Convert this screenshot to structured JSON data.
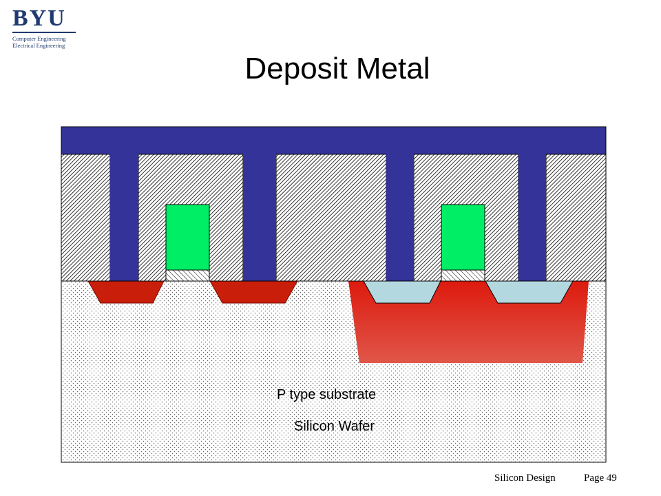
{
  "logo": {
    "mark": "BYU",
    "line1": "Computer Engineering",
    "line2": "Electrical Engineering"
  },
  "slide": {
    "title": "Deposit Metal"
  },
  "diagram": {
    "substrate_label": "P type substrate",
    "wafer_label": "Silicon Wafer",
    "colors": {
      "metal": "#333399",
      "gate": "#00ee66",
      "n_diffusion": "#c81e0a",
      "n_well": "#dd3322",
      "p_diffusion": "#b4d8e0",
      "oxide_hatch": "#000000",
      "substrate_dots": "#555555"
    }
  },
  "footer": {
    "course": "Silicon Design",
    "page": "Page 49"
  }
}
